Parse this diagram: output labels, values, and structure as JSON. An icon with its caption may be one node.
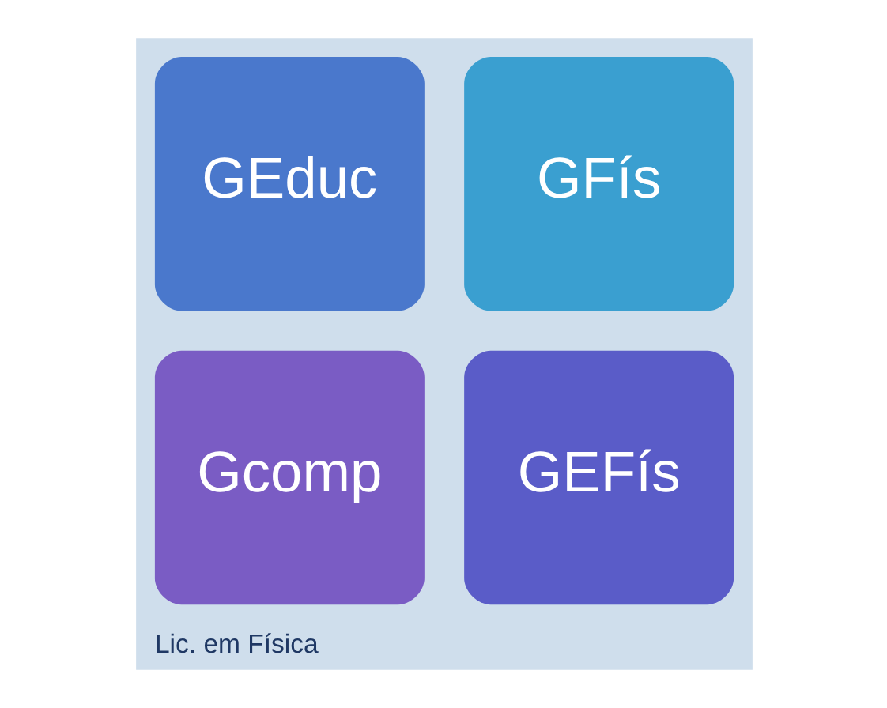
{
  "diagram": {
    "nodes": [
      {
        "text": [
          "Lic. em Física"
        ]
      },
      {
        "text": [
          "GFís"
        ],
        "in": 0
      },
      {
        "text": [
          "GEduc"
        ],
        "in": 0
      },
      {
        "text": [
          "GEFís"
        ],
        "in": 0
      },
      {
        "text": [
          "Gcomp"
        ],
        "in": 0
      }
    ]
  }
}
